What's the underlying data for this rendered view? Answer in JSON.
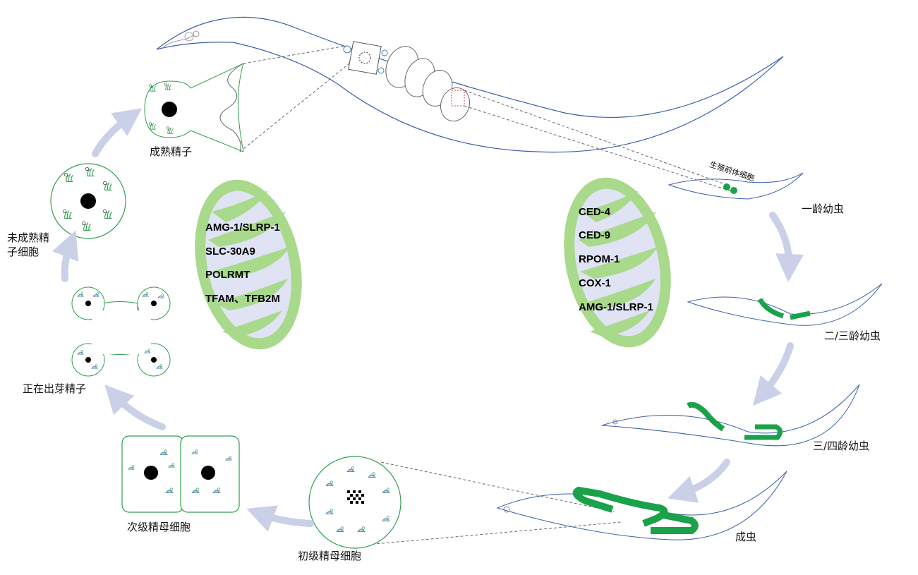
{
  "stages": {
    "larva_l1": "一龄幼虫",
    "larva_l2l3": "二/三龄幼虫",
    "larva_l3l4": "三/四龄幼虫",
    "adult": "成虫",
    "primary_spermatocyte": "初级精母细胞",
    "secondary_spermatocyte": "次级精母细胞",
    "budding_sperm": "正在出芽精子",
    "spermatid_line1": "未成熟精",
    "spermatid_line2": "子细胞",
    "mature_sperm": "成熟精子",
    "germline_precursor": "生殖前体细胞"
  },
  "mitochondria": {
    "left": {
      "proteins": [
        "AMG-1/SLRP-1",
        "SLC-30A9",
        "POLRMT",
        "TFAM、TFB2M"
      ]
    },
    "right": {
      "proteins": [
        "CED-4",
        "CED-9",
        "RPOM-1",
        "COX-1",
        "AMG-1/SLRP-1"
      ]
    }
  },
  "colors": {
    "worm_outline": "#3b5fa8",
    "gonad_green": "#1aa24a",
    "cell_outline": "#2e9e4f",
    "mito_outer": "#a9d98b",
    "mito_inner": "#dfe3f4",
    "arrow": "#c9d0e8",
    "organelle_blue": "#4a7fb0"
  }
}
